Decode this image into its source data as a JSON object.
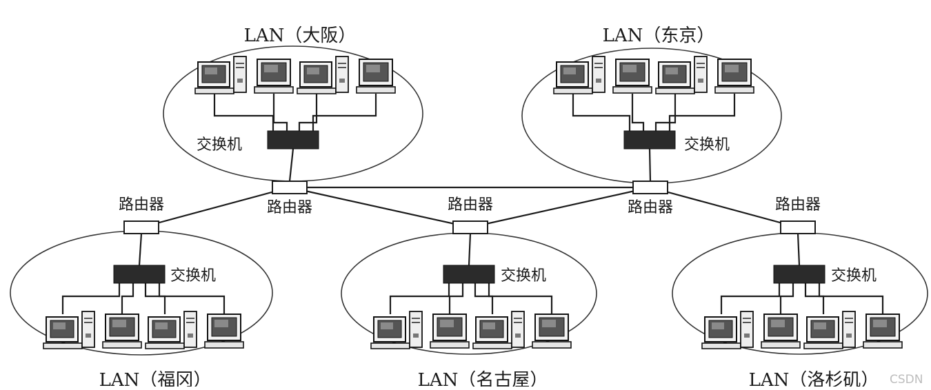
{
  "lans": [
    {
      "id": "osaka",
      "title": "LAN（大阪）",
      "switch_label": "交换机"
    },
    {
      "id": "tokyo",
      "title": "LAN（东京）",
      "switch_label": "交换机"
    },
    {
      "id": "fukuoka",
      "title": "LAN（福冈）",
      "switch_label": "交换机"
    },
    {
      "id": "nagoya",
      "title": "LAN（名古屋）",
      "switch_label": "交换机"
    },
    {
      "id": "losangeles",
      "title": "LAN（洛杉矶）",
      "switch_label": "交换机"
    }
  ],
  "routers": [
    {
      "id": "router-osaka",
      "label": "路由器"
    },
    {
      "id": "router-tokyo",
      "label": "路由器"
    },
    {
      "id": "router-fukuoka",
      "label": "路由器"
    },
    {
      "id": "router-nagoya",
      "label": "路由器"
    },
    {
      "id": "router-losangeles",
      "label": "路由器"
    }
  ],
  "watermark": "CSDN"
}
